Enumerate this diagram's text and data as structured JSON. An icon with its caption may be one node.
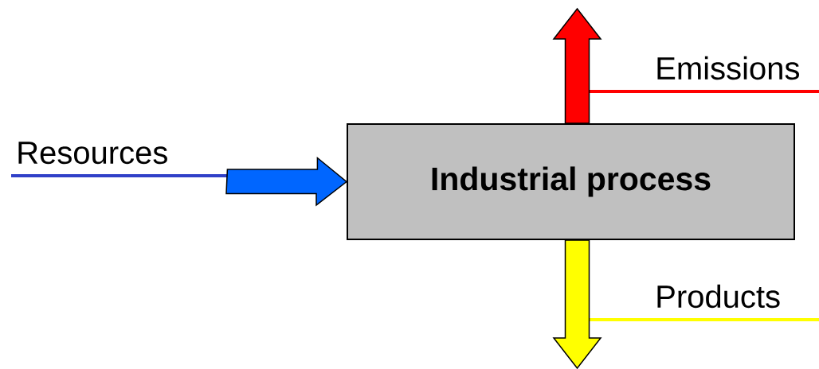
{
  "diagram": {
    "nodes": [
      {
        "text": [
          "Industrial process"
        ]
      },
      {
        "text": [
          "Resources"
        ]
      },
      {
        "text": [
          "Emissions"
        ]
      },
      {
        "text": [
          "Products"
        ]
      }
    ],
    "edges": [
      {
        "from": 1,
        "to": 0,
        "arrow": "to",
        "color": "#0066ff"
      },
      {
        "from": 0,
        "to": null,
        "arrow": "to",
        "color": "#ff0000"
      },
      {
        "from": 0,
        "to": null,
        "arrow": "to",
        "color": "#ffff00"
      }
    ]
  }
}
